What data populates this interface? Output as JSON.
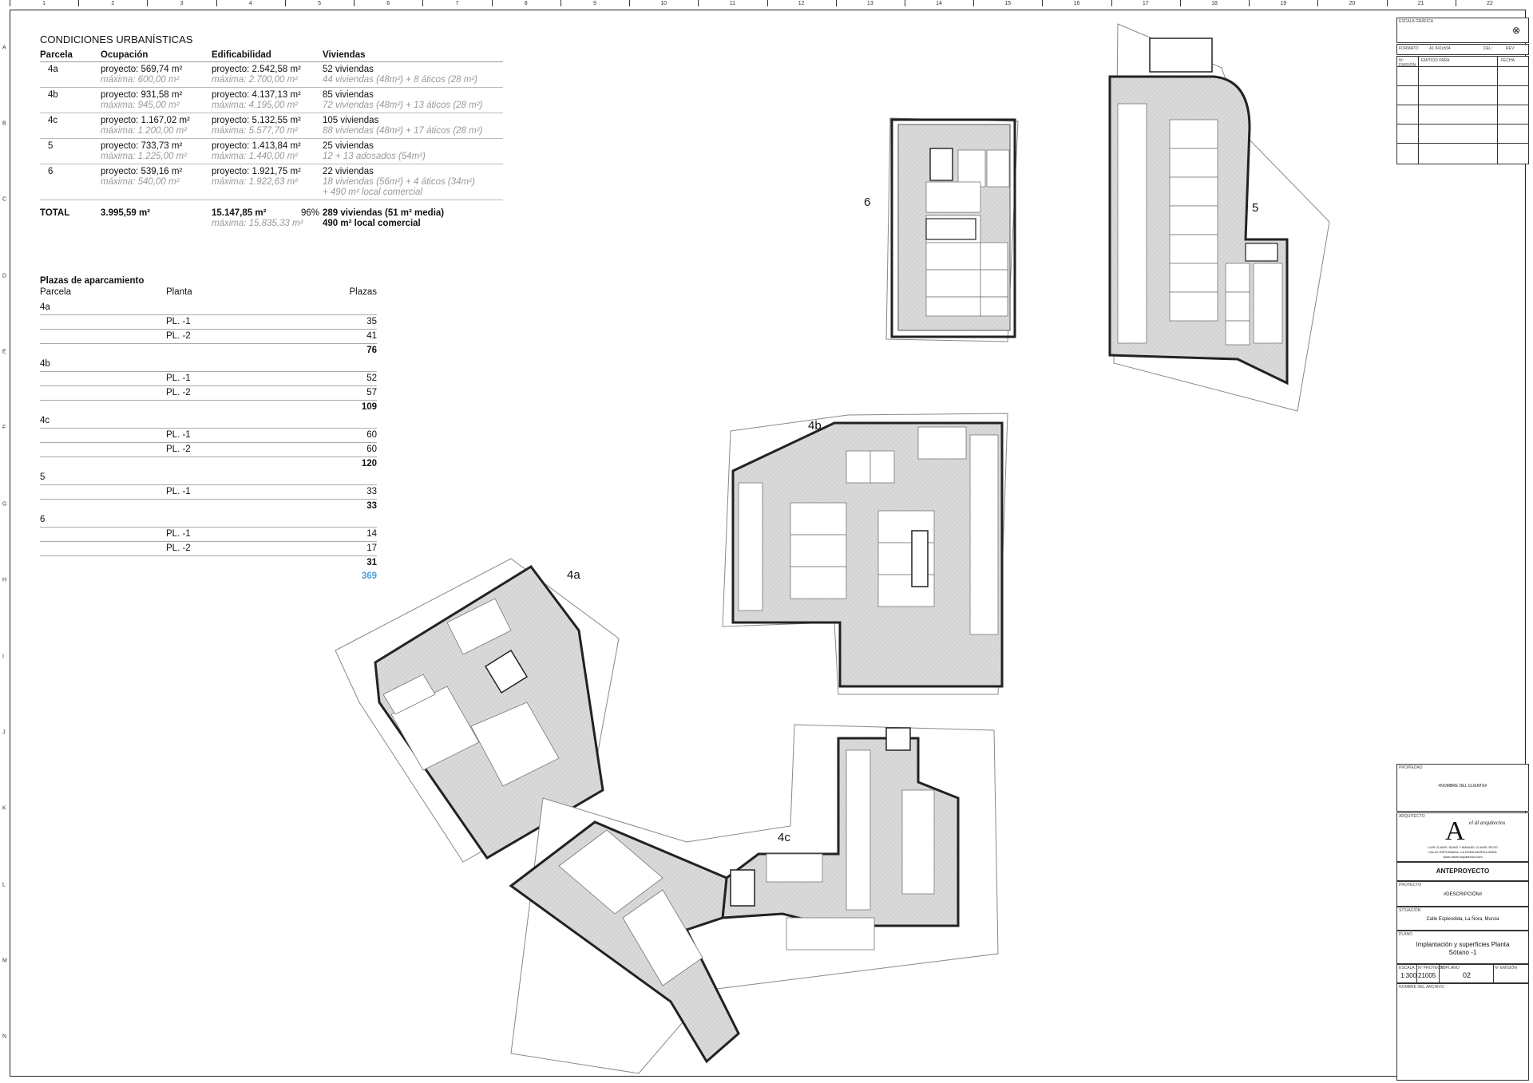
{
  "ruler": {
    "columns": [
      "1",
      "2",
      "3",
      "4",
      "5",
      "6",
      "7",
      "8",
      "9",
      "10",
      "11",
      "12",
      "13",
      "14",
      "15",
      "16",
      "17",
      "18",
      "19",
      "20",
      "21",
      "22"
    ],
    "rows": [
      "A",
      "B",
      "C",
      "D",
      "E",
      "F",
      "G",
      "H",
      "I",
      "J",
      "K",
      "L",
      "M",
      "N"
    ]
  },
  "conditions": {
    "title": "CONDICIONES URBANÍSTICAS",
    "headers": [
      "Parcela",
      "Ocupación",
      "Edificabilidad",
      "Viviendas"
    ],
    "rows": [
      {
        "parcela": "4a",
        "ocup": "proyecto: 569,74 m²",
        "ocup_max": "máxima: 600,00 m²",
        "edif": "proyecto: 2.542,58 m²",
        "edif_max": "máxima: 2.700,00 m²",
        "viv": "52 viviendas",
        "viv_sub": "44 viviendas (48m²) + 8 áticos (28 m²)"
      },
      {
        "parcela": "4b",
        "ocup": "proyecto: 931,58 m²",
        "ocup_max": "máxima: 945,00 m²",
        "edif": "proyecto: 4.137,13 m²",
        "edif_max": "máxima: 4.195,00 m²",
        "viv": "85 viviendas",
        "viv_sub": "72 viviendas (48m²) + 13 áticos (28 m²)"
      },
      {
        "parcela": "4c",
        "ocup": "proyecto: 1.167,02 m²",
        "ocup_max": "máxima: 1.200,00 m²",
        "edif": "proyecto: 5.132,55 m²",
        "edif_max": "máxima: 5.577,70 m²",
        "viv": "105 viviendas",
        "viv_sub": "88 viviendas (48m²) + 17 áticos (28 m²)"
      },
      {
        "parcela": "5",
        "ocup": "proyecto: 733,73 m²",
        "ocup_max": "máxima: 1.225,00 m²",
        "edif": "proyecto: 1.413,84 m²",
        "edif_max": "máxima: 1.440,00 m²",
        "viv": "25 viviendas",
        "viv_sub": "12 + 13 adosados (54m²)"
      },
      {
        "parcela": "6",
        "ocup": "proyecto: 539,16 m²",
        "ocup_max": "máxima: 540,00 m²",
        "edif": "proyecto: 1.921,75 m²",
        "edif_max": "máxima: 1.922,63 m²",
        "viv": "22 viviendas",
        "viv_sub": "18 viviendas (56m²) + 4 áticos (34m²)",
        "viv_sub2": "+ 490 m² local comercial"
      }
    ],
    "total": {
      "label": "TOTAL",
      "ocup": "3.995,59 m²",
      "edif": "15.147,85 m²",
      "edif_pct": "96%",
      "edif_max": "máxima: 15.835,33 m²",
      "viv": "289 viviendas (51 m² media)",
      "viv2": "490 m² local comercial"
    }
  },
  "parking": {
    "title": "Plazas de aparcamiento",
    "headers": [
      "Parcela",
      "Planta",
      "Plazas"
    ],
    "groups": [
      {
        "parcela": "4a",
        "rows": [
          {
            "planta": "PL. -1",
            "plazas": "35"
          },
          {
            "planta": "PL. -2",
            "plazas": "41"
          }
        ],
        "sum": "76"
      },
      {
        "parcela": "4b",
        "rows": [
          {
            "planta": "PL. -1",
            "plazas": "52"
          },
          {
            "planta": "PL. -2",
            "plazas": "57"
          }
        ],
        "sum": "109"
      },
      {
        "parcela": "4c",
        "rows": [
          {
            "planta": "PL. -1",
            "plazas": "60"
          },
          {
            "planta": "PL. -2",
            "plazas": "60"
          }
        ],
        "sum": "120"
      },
      {
        "parcela": "5",
        "rows": [
          {
            "planta": "PL. -1",
            "plazas": "33"
          }
        ],
        "sum": "33"
      },
      {
        "parcela": "6",
        "rows": [
          {
            "planta": "PL. -1",
            "plazas": "14"
          },
          {
            "planta": "PL. -2",
            "plazas": "17"
          }
        ],
        "sum": "31"
      }
    ],
    "grand_total": "369"
  },
  "plots": {
    "p6": "6",
    "p5": "5",
    "p4b": "4b",
    "p4a": "4a",
    "p4c": "4c"
  },
  "titleblock": {
    "escala_grafica": "ESCALA GRÁFICA",
    "formato": "FORMATO",
    "formato_val": "A1 841x594",
    "del": "DEL:",
    "rev": "REV:",
    "n_emision": "Nº EMISIÓN",
    "emitido_para": "EMITIDO PARA",
    "fecha": "FECHA",
    "propiedad_lbl": "PROPIEDAD",
    "cliente": "#NOMBRE DEL CLIENTE#",
    "arquitectos_lbl": "ARQUITECTO",
    "logo_letter": "A",
    "logo_text": "el ál arquitectos",
    "arq_names": "LUIS CLAVEL SAINZ Y MANUEL CLAVEL ROJO",
    "arq_addr": "CALLE ESPLANADA, LA NORA MURCIA 30831",
    "arq_web": "www.clavel-arquitectos.com",
    "fase": "ANTEPROYECTO",
    "proyecto_lbl": "PROYECTO",
    "descripcion": "#DESCRIPCIÓN#",
    "situacion_lbl": "SITUACIÓN",
    "situacion": "Calle Esplendida, La Ñora, Murcia",
    "plano_lbl": "PLANO",
    "plano": "Implantación y superficies Planta Sótano -1",
    "escala_lbl": "ESCALA",
    "escala": "1:300",
    "nproyecto_lbl": "Nº PROYECTO",
    "nproyecto": "21005",
    "nplano_lbl": "Nº PLANO",
    "nplano": "02",
    "nrev_lbl": "Nº EMISIÓN",
    "archivo_lbl": "NOMBRE DEL ARCHIVO"
  }
}
